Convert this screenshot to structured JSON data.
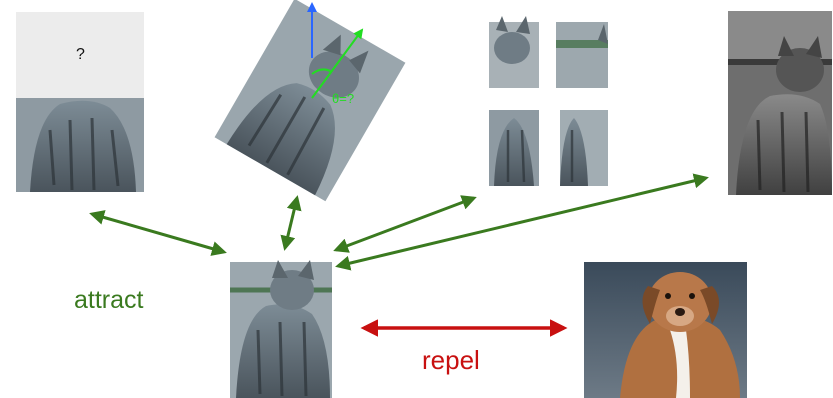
{
  "labels": {
    "attract": "attract",
    "repel": "repel",
    "masked_patch": "?",
    "rotation_question": "θ=?"
  },
  "colors": {
    "attract": "#3a7a1f",
    "repel": "#c81010",
    "rotation_marker": "#22dd22",
    "rotation_axis": "#2a66ff"
  },
  "images": {
    "anchor": "cat-photo",
    "masked": "cat-photo-top-masked",
    "rotated": "cat-photo-rotated",
    "jigsaw": "cat-photo-jigsaw-4-tiles",
    "grayscale": "cat-photo-grayscale",
    "negative": "dog-puppy-photo"
  }
}
